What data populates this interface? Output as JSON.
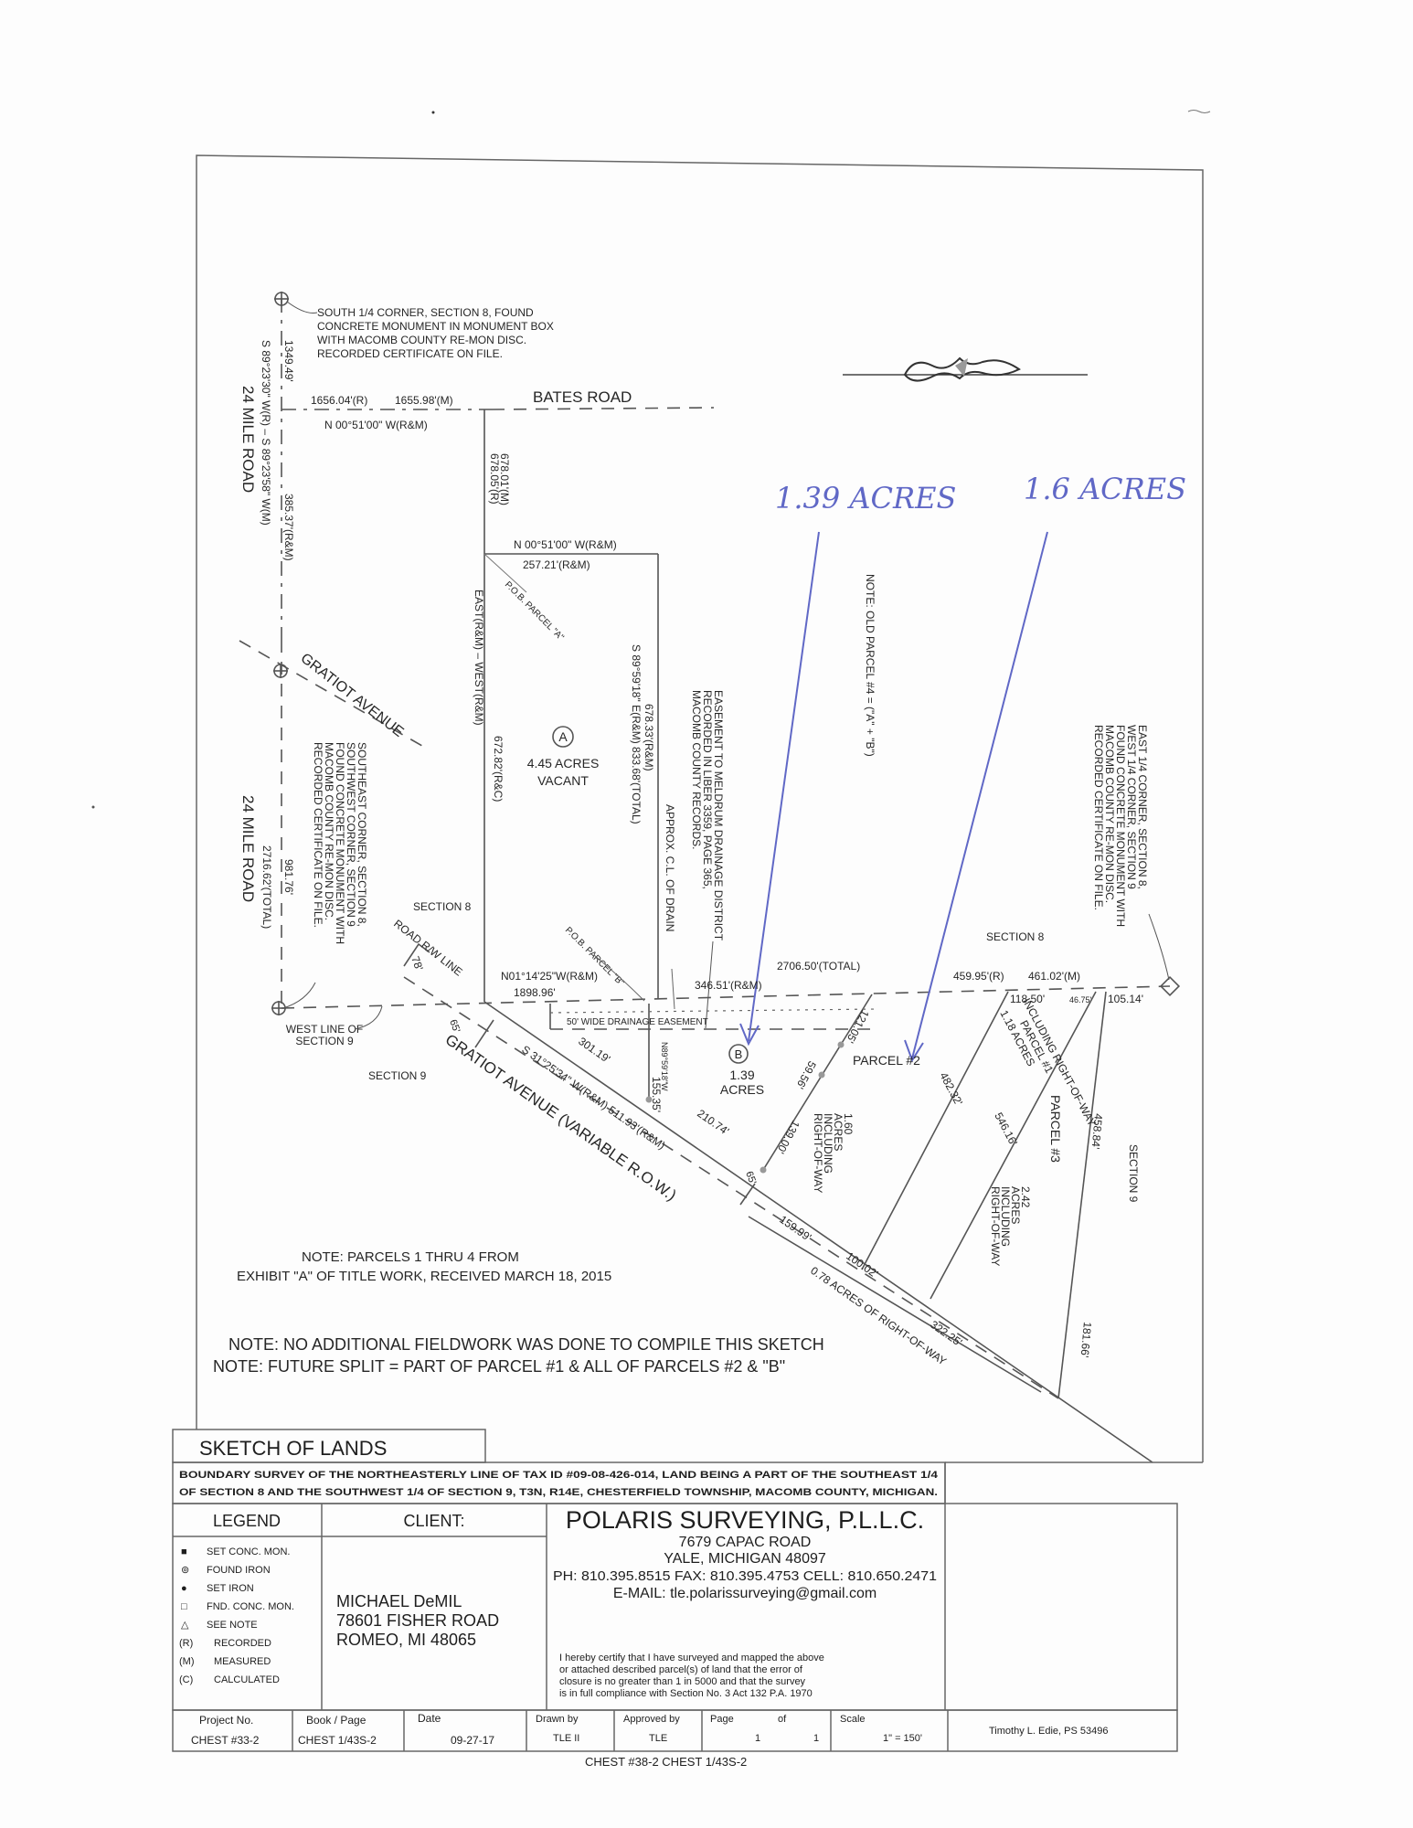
{
  "sketch": {
    "south_corner_note": [
      "SOUTH 1/4 CORNER, SECTION 8, FOUND",
      "CONCRETE MONUMENT IN MONUMENT BOX",
      "WITH MACOMB COUNTY RE-MON DISC.",
      "RECORDED CERTIFICATE ON FILE."
    ],
    "bates_road": "BATES ROAD",
    "bates_dim_r": "1656.04'(R)",
    "bates_dim_m": "1655.98'(M)",
    "bates_bearing": "N 00°51'00\" W(R&M)",
    "mile_road_upper": "24 MILE ROAD",
    "mile_road_lower": "24 MILE ROAD",
    "west_bearing": "S 89°23'30\" W(R) – S 89°23'58\" W(M)",
    "dim_1349": "1349.49'",
    "dim_385": "385.37'(R&M)",
    "dim_981": "981.76'",
    "dim_2716": "2716.62'(TOTAL)",
    "dim_678_m": "678.01'(M)",
    "dim_678_r": "678.05'(R)",
    "parcel_a_top_bearing": "N 00°51'00\" W(R&M)",
    "parcel_a_top_dim": "257.21'(R&M)",
    "pob_a": "P.O.B. PARCEL \"A\"",
    "east_west": "EAST(R&M)  –  WEST(R&M)",
    "dim_672": "672.82'(R&C)",
    "parcel_a_letter": "A",
    "parcel_a_acres": "4.45 ACRES",
    "parcel_a_status": "VACANT",
    "dim_678_33": "678.33'(R&M)",
    "east_bearing": "S 89°59'18\" E(R&M)     833.68'(TOTAL)",
    "drain_cl": "APPROX. C.L. OF DRAIN",
    "easement_note": [
      "EASEMENT TO MELDRUM DRAINAGE DISTRICT",
      "RECORDED IN LIBER 3359, PAGE 365,",
      "MACOMB COUNTY RECORDS."
    ],
    "gratiot_upper": "GRATIOT AVENUE",
    "se_corner_note": [
      "SOUTHEAST CORNER, SECTION 8,",
      "SOUTHWEST CORNER, SECTION 9",
      "FOUND CONCRETE MONUMENT WITH",
      "MACOMB COUNTY RE-MON DISC.",
      "RECORDED CERTIFICATE ON FILE."
    ],
    "section_8_left": "SECTION 8",
    "section_8_right": "SECTION 8",
    "section_9_left": "SECTION 9",
    "section_9_right": "SECTION 9",
    "road_rw_line": "ROAD R/W LINE",
    "dim_78": "78'",
    "west_line_sec9": [
      "WEST LINE OF",
      "SECTION 9"
    ],
    "main_bearing": "N01°14'25\"W(R&M)",
    "dim_1898": "1898.96'",
    "pob_b": "P.O.B. PARCEL \"B\"",
    "drainage_easement": "50' WIDE DRAINAGE EASEMENT",
    "dim_2706": "2706.50'(TOTAL)",
    "dim_346": "346.51'(R&M)",
    "dim_459": "459.95'(R)",
    "dim_461": "461.02'(M)",
    "dim_118": "118.50'",
    "dim_46": "46.75'",
    "dim_105": "105.14'",
    "dim_65a": "65'",
    "dim_65b": "65'",
    "dim_301": "301.19'",
    "gratiot_bearing": "S 31°25'34\" W(R&M)   511.93'(R&M)",
    "gratiot_lower": "GRATIOT AVENUE (VARIABLE R.O.W.)",
    "dim_155": "155.35'",
    "bearing_155": "N89°59'18\"W",
    "dim_210": "210.74'",
    "parcel_b_letter": "B",
    "parcel_b_acres": [
      "1.39",
      "ACRES"
    ],
    "dim_121": "121.05'",
    "dim_59": "59.56'",
    "dim_139": "139.00'",
    "parcel_2": "PARCEL #2",
    "parcel_2_acres": [
      "1.60",
      "ACRES",
      "INCLUDING",
      "RIGHT-OF-WAY"
    ],
    "parcel_1": [
      "1.18 ACRES",
      "PARCEL #1",
      "INCLUDING RIGHT-OF-WAY"
    ],
    "dim_482": "482.32'",
    "dim_546": "546.16'",
    "parcel_3": "PARCEL #3",
    "parcel_3_acres": [
      "2.42",
      "ACRES",
      "INCLUDING",
      "RIGHT-OF-WAY"
    ],
    "dim_458": "458.84'",
    "dim_181": "181.66'",
    "dim_159": "159.99'",
    "dim_100": "100.02'",
    "dim_322": "322.25'",
    "row_acres": "0.78 ACRES OF RIGHT-OF-WAY",
    "old_parcel_note": "NOTE: OLD PARCEL #4 = (\"A\" + \"B\")",
    "east_corner_note": [
      "EAST 1/4 CORNER, SECTION 8,",
      "WEST 1/4 CORNER, SECTION 9",
      "FOUND CONCRETE MONUMENT WITH",
      "MACOMB COUNTY RE-MON DISC.",
      "RECORDED CERTIFICATE ON FILE."
    ],
    "handwritten_1": "1.39 ACRES",
    "handwritten_2": "1.6 ACRES"
  },
  "notes": {
    "parcels_source": [
      "NOTE: PARCELS 1 THRU 4 FROM",
      "EXHIBIT \"A\" OF TITLE WORK, RECEIVED MARCH 18, 2015"
    ],
    "fieldwork": "NOTE: NO ADDITIONAL FIELDWORK WAS DONE TO COMPILE THIS SKETCH",
    "future_split": "NOTE: FUTURE SPLIT = PART OF PARCEL #1 & ALL OF PARCELS #2 & \"B\""
  },
  "title_block": {
    "title": "SKETCH OF LANDS",
    "description": [
      "BOUNDARY SURVEY OF THE NORTHEASTERLY LINE OF TAX ID #09-08-426-014, LAND BEING A PART OF THE SOUTHEAST 1/4",
      "OF SECTION 8 AND THE SOUTHWEST 1/4 OF SECTION 9, T3N, R14E, CHESTERFIELD TOWNSHIP, MACOMB COUNTY, MICHIGAN."
    ],
    "legend_header": "LEGEND",
    "legend": [
      {
        "symbol": "■",
        "label": "SET CONC. MON."
      },
      {
        "symbol": "⊚",
        "label": "FOUND IRON"
      },
      {
        "symbol": "●",
        "label": "SET IRON"
      },
      {
        "symbol": "□",
        "label": "FND. CONC. MON."
      },
      {
        "symbol": "△",
        "label": "SEE NOTE"
      },
      {
        "symbol": "(R)",
        "label": "RECORDED"
      },
      {
        "symbol": "(M)",
        "label": "MEASURED"
      },
      {
        "symbol": "(C)",
        "label": "CALCULATED"
      }
    ],
    "client_header": "CLIENT:",
    "client": [
      "MICHAEL DeMIL",
      "78601 FISHER ROAD",
      "ROMEO, MI 48065"
    ],
    "company": {
      "name": "POLARIS SURVEYING, P.L.L.C.",
      "street": "7679 CAPAC ROAD",
      "city": "YALE, MICHIGAN 48097",
      "phones": "PH: 810.395.8515  FAX: 810.395.4753  CELL: 810.650.2471",
      "email": "E-MAIL: tle.polarissurveying@gmail.com"
    },
    "certification": [
      "I hereby certify that I have surveyed and mapped the above",
      "or attached described parcel(s) of land that the error of",
      "closure is no greater than 1 in 5000 and that the survey",
      "is in full compliance with Section No. 3 Act 132 P.A. 1970"
    ],
    "fields": {
      "project_no_label": "Project No.",
      "project_no": "CHEST #33-2",
      "book_page_label": "Book / Page",
      "book_page": "CHEST 1/43S-2",
      "date_label": "Date",
      "date": "09-27-17",
      "drawn_by_label": "Drawn by",
      "drawn_by": "TLE II",
      "approved_by_label": "Approved by",
      "approved_by": "TLE",
      "page_label": "Page",
      "page": "1",
      "of_label": "of",
      "of": "1",
      "scale_label": "Scale",
      "scale": "1\" = 150'"
    },
    "surveyor": "Timothy L. Edie, PS 53496",
    "caption": "CHEST #38-2  CHEST 1/43S-2"
  },
  "colors": {
    "ink": "#262626",
    "handwriting": "#6068c6"
  }
}
